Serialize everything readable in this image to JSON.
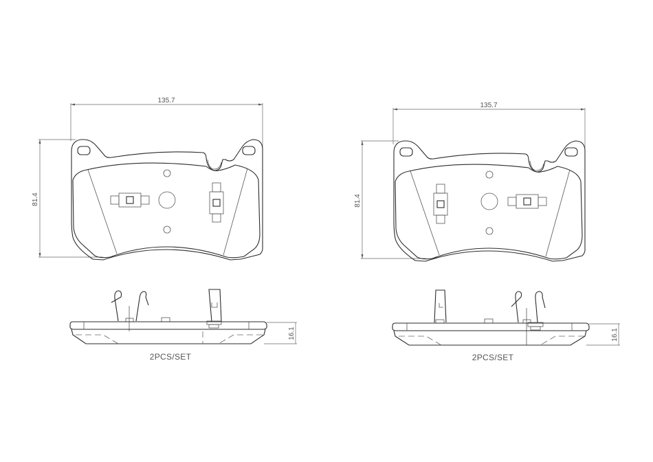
{
  "drawing": {
    "title": "Brake pad technical drawing",
    "left_view": {
      "width_dim": "135.7",
      "height_dim": "81.4",
      "thickness_dim": "16.1",
      "set_label": "2PCS/SET"
    },
    "right_view": {
      "width_dim": "135.7",
      "height_dim": "81.4",
      "thickness_dim": "16.1",
      "set_label": "2PCS/SET"
    }
  },
  "colors": {
    "line": "#2a2a2a",
    "dimension": "#666666",
    "background": "#ffffff"
  }
}
